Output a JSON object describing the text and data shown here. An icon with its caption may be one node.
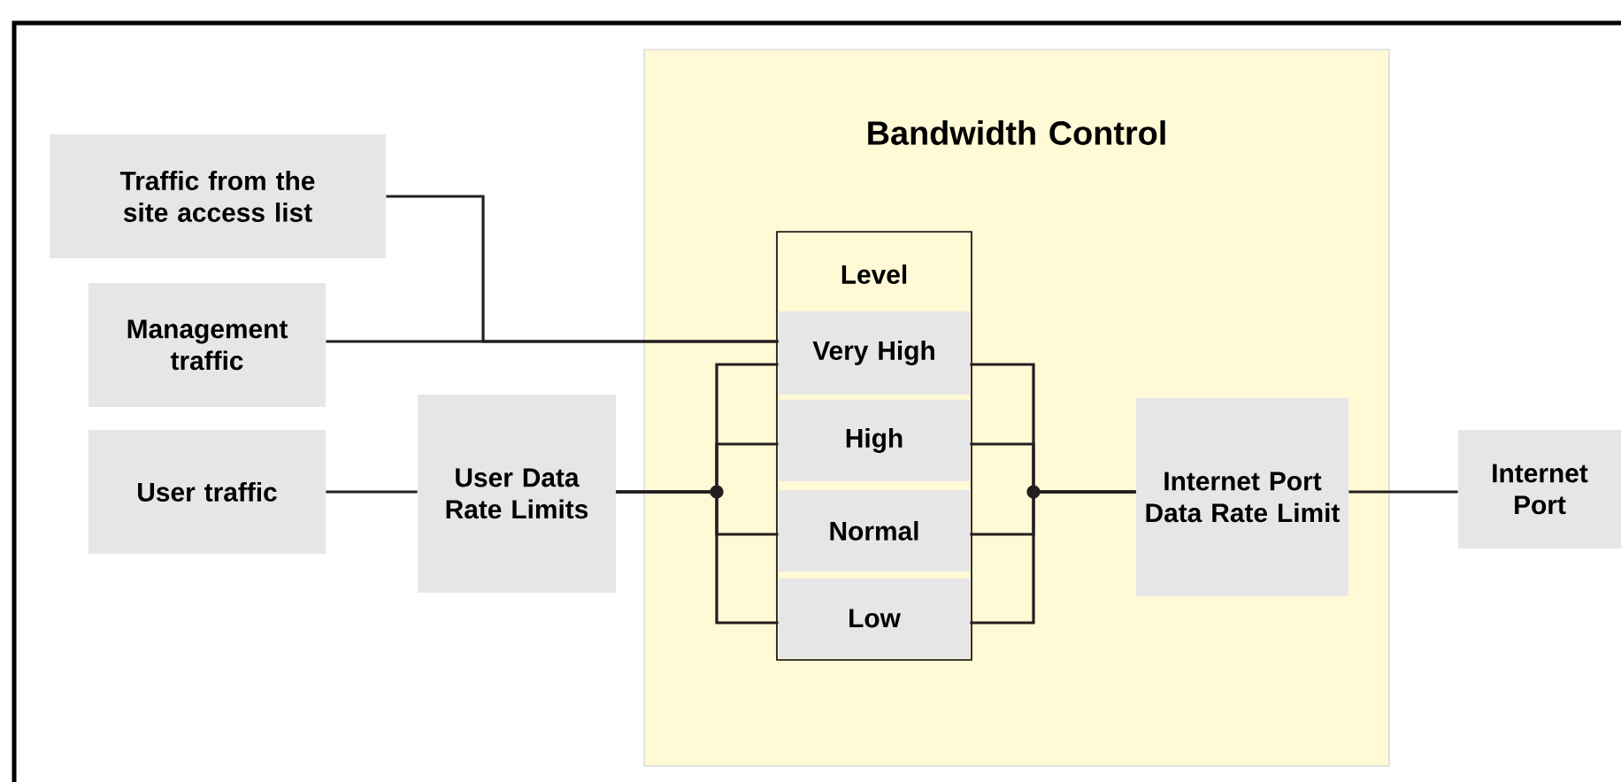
{
  "diagram": {
    "nodes": [
      {
        "text": [
          "Bandwidth Control"
        ]
      },
      {
        "text": [
          "Level"
        ],
        "in": 0
      },
      {
        "text": [
          "Very High"
        ],
        "in": 1
      },
      {
        "text": [
          "High"
        ],
        "in": 1
      },
      {
        "text": [
          "Normal"
        ],
        "in": 1
      },
      {
        "text": [
          "Low"
        ],
        "in": 1
      },
      {
        "text": [
          "Traffic from the site access list"
        ]
      },
      {
        "text": [
          "Management traffic"
        ]
      },
      {
        "text": [
          "User traffic"
        ]
      },
      {
        "text": [
          "User Data Rate Limits"
        ]
      },
      {
        "text": [
          "Internet Port Data Rate Limit"
        ],
        "in": 0
      },
      {
        "text": [
          "Internet Port"
        ]
      }
    ],
    "edges": [
      {
        "from": 6,
        "to": 2,
        "arrow": "none"
      },
      {
        "from": 7,
        "to": 2,
        "arrow": "none"
      },
      {
        "from": 8,
        "to": 9,
        "arrow": "none"
      },
      {
        "from": 9,
        "to": 2,
        "arrow": "none"
      },
      {
        "from": 9,
        "to": 3,
        "arrow": "none"
      },
      {
        "from": 9,
        "to": 4,
        "arrow": "none"
      },
      {
        "from": 9,
        "to": 5,
        "arrow": "none"
      },
      {
        "from": 2,
        "to": 10,
        "arrow": "none"
      },
      {
        "from": 3,
        "to": 10,
        "arrow": "none"
      },
      {
        "from": 4,
        "to": 10,
        "arrow": "none"
      },
      {
        "from": 5,
        "to": 10,
        "arrow": "none"
      },
      {
        "from": 10,
        "to": 11,
        "arrow": "none"
      }
    ]
  }
}
